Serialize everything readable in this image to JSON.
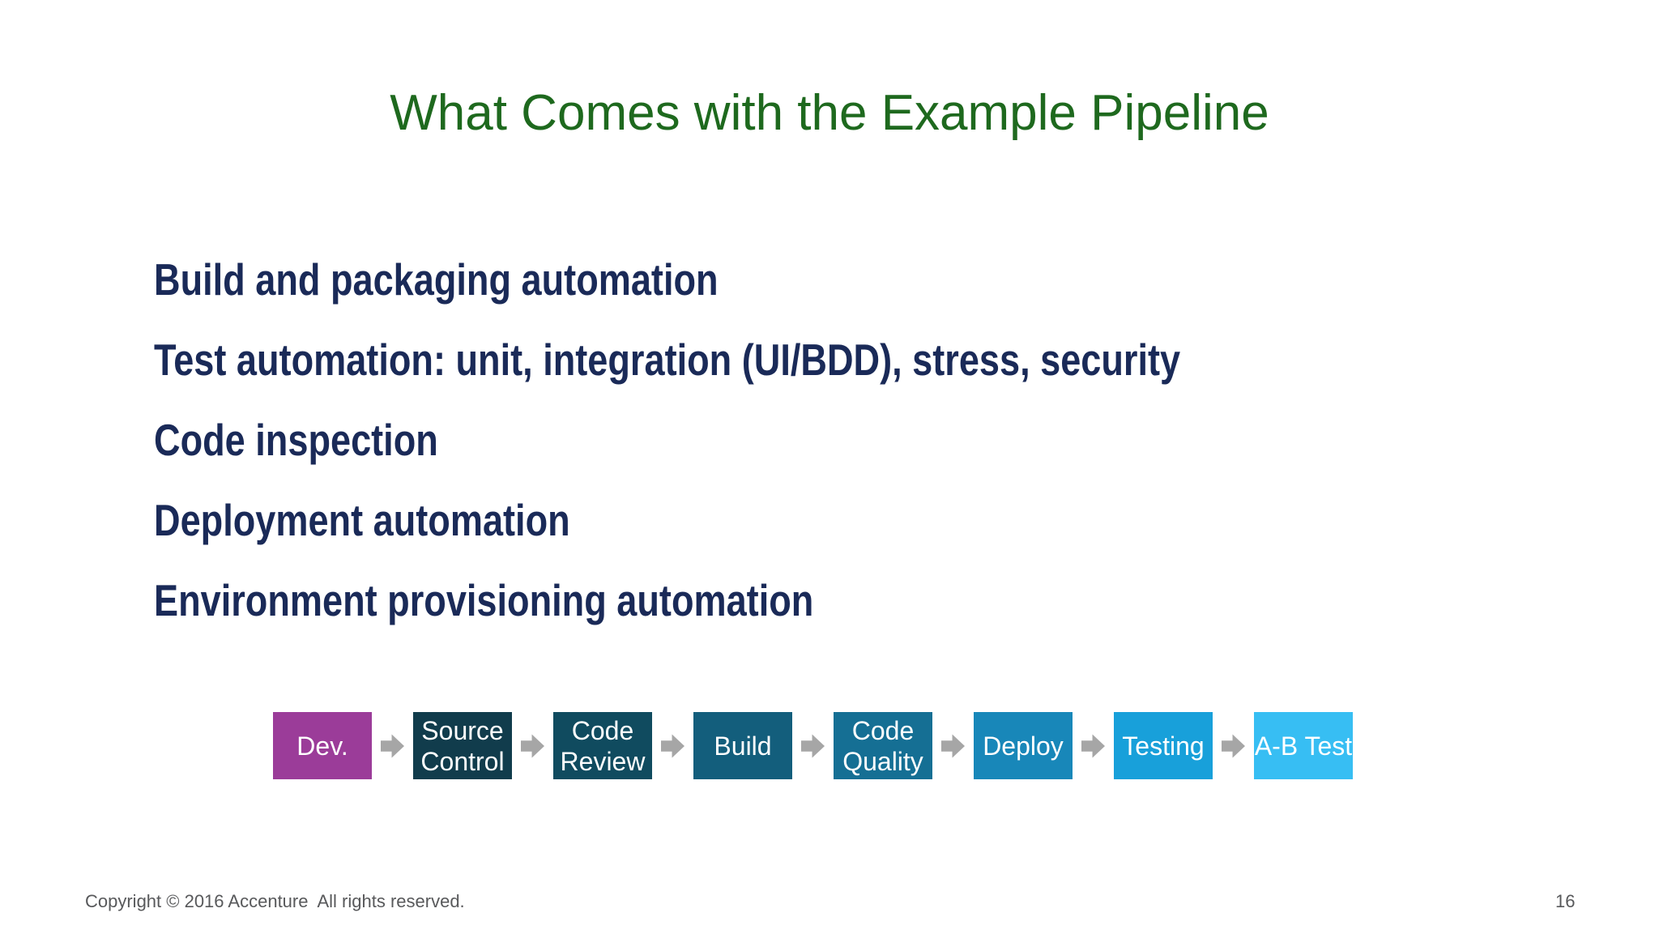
{
  "slide": {
    "title": "What Comes with the Example Pipeline",
    "title_color": "#1E691E",
    "bullet_color": "#1A2A58",
    "bullets": [
      "Build and packaging automation",
      "Test automation: unit, integration (UI/BDD), stress, security",
      "Code inspection",
      "Deployment automation",
      "Environment provisioning automation"
    ],
    "pipeline": {
      "arrow_color": "#A6A6A6",
      "steps": [
        {
          "label": "Dev.",
          "color": "#9B3C99"
        },
        {
          "label": "Source Control",
          "color": "#113C4C"
        },
        {
          "label": "Code Review",
          "color": "#104B5F"
        },
        {
          "label": "Build",
          "color": "#135E7C"
        },
        {
          "label": "Code Quality",
          "color": "#156F94"
        },
        {
          "label": "Deploy",
          "color": "#1887B9"
        },
        {
          "label": "Testing",
          "color": "#18A0DA"
        },
        {
          "label": "A-B Test",
          "color": "#37BEF3"
        }
      ]
    },
    "footer": {
      "copyright": "Copyright © 2016 Accenture  All rights reserved.",
      "page_number": "16"
    }
  }
}
